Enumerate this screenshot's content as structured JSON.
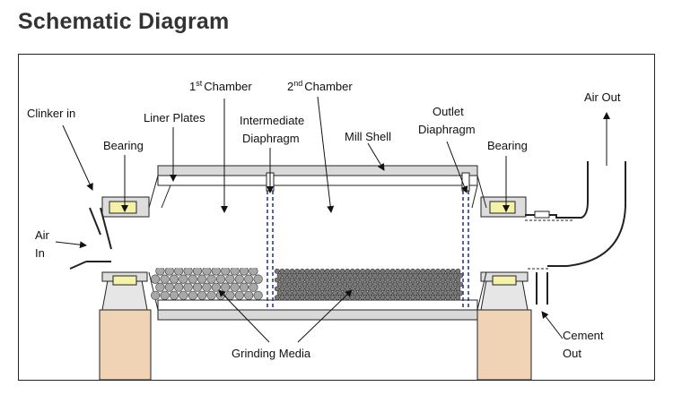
{
  "title": "Schematic Diagram",
  "labels": {
    "clinker_in": "Clinker in",
    "bearing_left": "Bearing",
    "liner_plates": "Liner Plates",
    "chamber1_num": "1",
    "chamber1_sup": "st",
    "chamber1_word": "Chamber",
    "chamber2_num": "2",
    "chamber2_sup": "nd",
    "chamber2_word": "Chamber",
    "intermediate_1": "Intermediate",
    "intermediate_2": "Diaphragm",
    "mill_shell": "Mill Shell",
    "outlet_1": "Outlet",
    "outlet_2": "Diaphragm",
    "bearing_right": "Bearing",
    "air_out": "Air Out",
    "air_1": "Air",
    "air_2": "In",
    "grinding_media": "Grinding Media",
    "cement_1": "Cement",
    "cement_2": "Out"
  },
  "colors": {
    "frame": "#222222",
    "shell_fill": "#d9d9d9",
    "bearing_fill": "#f4f1a8",
    "foundation_fill": "#f0d3b5",
    "large_ball": "#a8a8a8",
    "small_ball": "#7a7a7a"
  }
}
